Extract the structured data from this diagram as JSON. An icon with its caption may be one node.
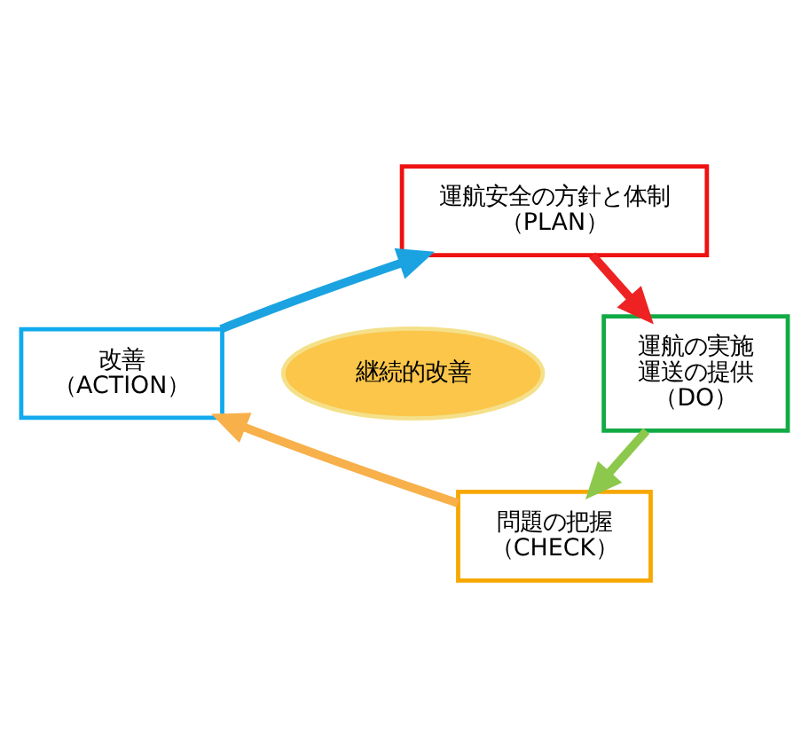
{
  "diagram": {
    "nodes": [
      {
        "text": [
          "運航安全の方針と体制",
          "（PLAN）"
        ]
      },
      {
        "text": [
          "運航の実施",
          "運送の提供",
          "（DO）"
        ]
      },
      {
        "text": [
          "問題の把握",
          "（CHECK）"
        ]
      },
      {
        "text": [
          "改善",
          "（ACTION）"
        ]
      },
      {
        "text": [
          "継続的改善"
        ]
      }
    ],
    "edges": [
      {
        "from": 0,
        "to": 1,
        "arrow": "to",
        "color": "#ee2222"
      },
      {
        "from": 1,
        "to": 2,
        "arrow": "to",
        "color": "#8cc84b"
      },
      {
        "from": 2,
        "to": 3,
        "arrow": "to",
        "color": "#f7b04a"
      },
      {
        "from": 3,
        "to": 0,
        "arrow": "to",
        "color": "#1aa3e0"
      }
    ]
  }
}
